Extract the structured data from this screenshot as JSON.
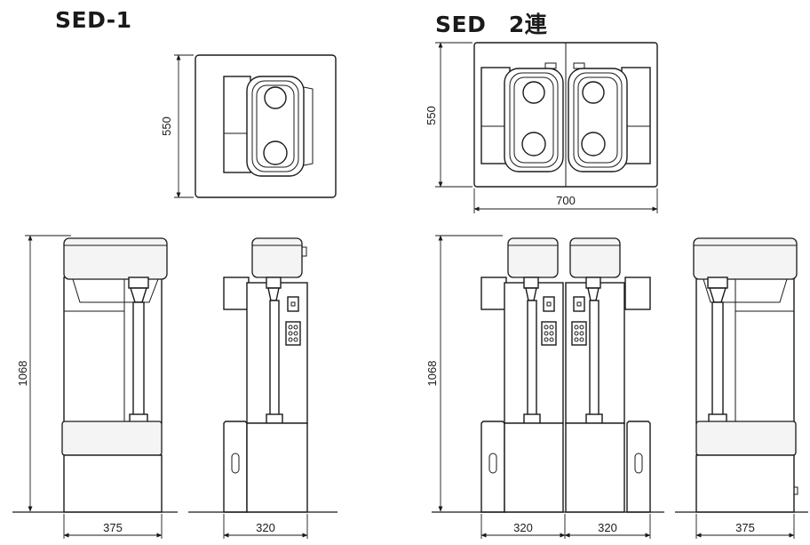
{
  "titles": {
    "single": "SED-1",
    "double": "SED　2連"
  },
  "dimensions": {
    "single_top_depth": "550",
    "double_top_depth": "550",
    "double_top_width": "700",
    "single_front_height": "1068",
    "single_front_width": "375",
    "single_side_width": "320",
    "double_front_height": "1068",
    "double_front_width_left": "320",
    "double_front_width_right": "320",
    "double_side_width": "375"
  }
}
